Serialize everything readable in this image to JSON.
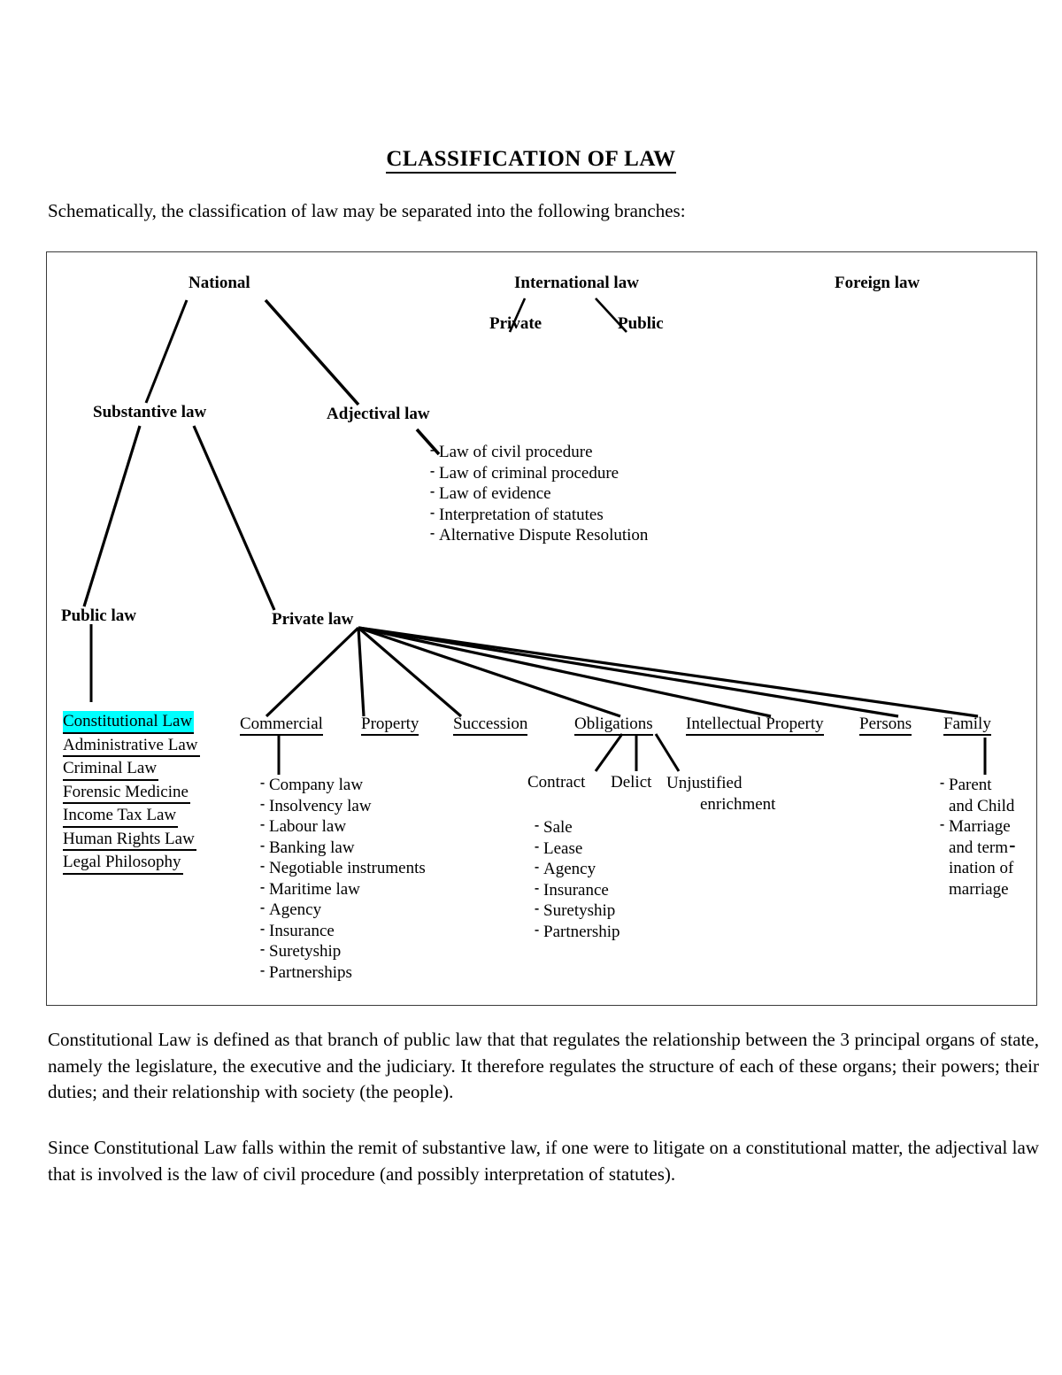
{
  "document": {
    "title": "CLASSIFICATION OF LAW",
    "intro": "Schematically, the classification of law may be separated into the following branches:",
    "paragraphs": [
      "Constitutional Law is defined as that branch of public law that that regulates the relationship between the 3 principal organs of state, namely the legislature, the executive and the judiciary. It therefore regulates the structure of each of these organs; their powers; their duties; and their relationship with society (the people).",
      "Since Constitutional Law falls within the remit of substantive law, if one were to litigate on a constitutional matter, the adjectival law that is involved is the law of civil procedure (and possibly interpretation of statutes)."
    ]
  },
  "diagram": {
    "highlight_color": "#00ffff",
    "top_level": {
      "national": "National",
      "international": "International law",
      "international_private": "Private",
      "international_public": "Public",
      "foreign": "Foreign law"
    },
    "second_level": {
      "substantive": "Substantive law",
      "adjectival": "Adjectival law"
    },
    "adjectival_items": [
      "Law of civil procedure",
      "Law of criminal procedure",
      "Law of evidence",
      "Interpretation of statutes",
      "Alternative Dispute Resolution"
    ],
    "third_level": {
      "public": "Public law",
      "private": "Private law"
    },
    "public_law_items": [
      "Constitutional Law",
      "Administrative Law",
      "Criminal Law",
      "Forensic Medicine",
      "Income Tax Law",
      "Human Rights Law",
      "Legal Philosophy"
    ],
    "public_law_highlighted": "Constitutional Law",
    "private_law_branches": [
      "Commercial",
      "Property",
      "Succession",
      "Obligations",
      "Intellectual Property",
      "Persons",
      "Family"
    ],
    "commercial_items": [
      "Company law",
      "Insolvency law",
      "Labour law",
      "Banking law",
      "Negotiable instruments",
      "Maritime law",
      "Agency",
      "Insurance",
      "Suretyship",
      "Partnerships"
    ],
    "obligations_branches": {
      "contract": "Contract",
      "delict": "Delict",
      "unjustified_enrichment_line1": "Unjustified",
      "unjustified_enrichment_line2": "enrichment"
    },
    "contract_items": [
      "Sale",
      "Lease",
      "Agency",
      "Insurance",
      "Suretyship",
      "Partnership"
    ],
    "family_items": [
      {
        "tick": "⁃",
        "l1": "Parent",
        "l2": "and Child"
      },
      {
        "tick": "⁃",
        "l1": "Marriage",
        "l2": "and term⁃",
        "l3": "ination of",
        "l4": "marriage"
      }
    ],
    "tick_glyph": "⁃"
  }
}
